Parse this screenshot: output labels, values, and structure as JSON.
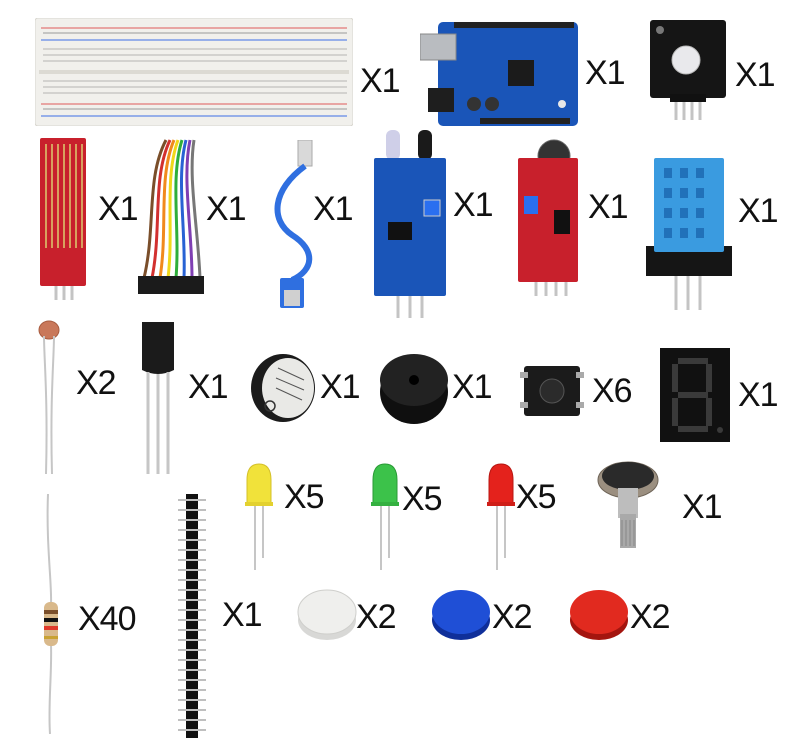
{
  "quantities": {
    "breadboard": "X1",
    "uno_board": "X1",
    "rgb_led_module": "X1",
    "water_sensor": "X1",
    "dupont_wires": "X1",
    "usb_cable": "X1",
    "ir_obstacle_sensor": "X1",
    "sound_sensor": "X1",
    "dht11_sensor": "X1",
    "photoresistor": "X2",
    "temp_sensor": "X1",
    "active_buzzer": "X1",
    "passive_buzzer": "X1",
    "push_button": "X6",
    "seven_segment": "X1",
    "yellow_led": "X5",
    "green_led": "X5",
    "red_led": "X5",
    "potentiometer": "X1",
    "resistor": "X40",
    "pin_header": "X1",
    "white_cap": "X2",
    "blue_cap": "X2",
    "red_cap": "X2"
  },
  "colors": {
    "pcb_blue": "#1a55b8",
    "pcb_red": "#c8202c",
    "pcb_black": "#151515",
    "sensor_blue": "#3a9be0",
    "led_yellow": "#f1e23a",
    "led_green": "#3cc24a",
    "led_red": "#e4221c"
  }
}
